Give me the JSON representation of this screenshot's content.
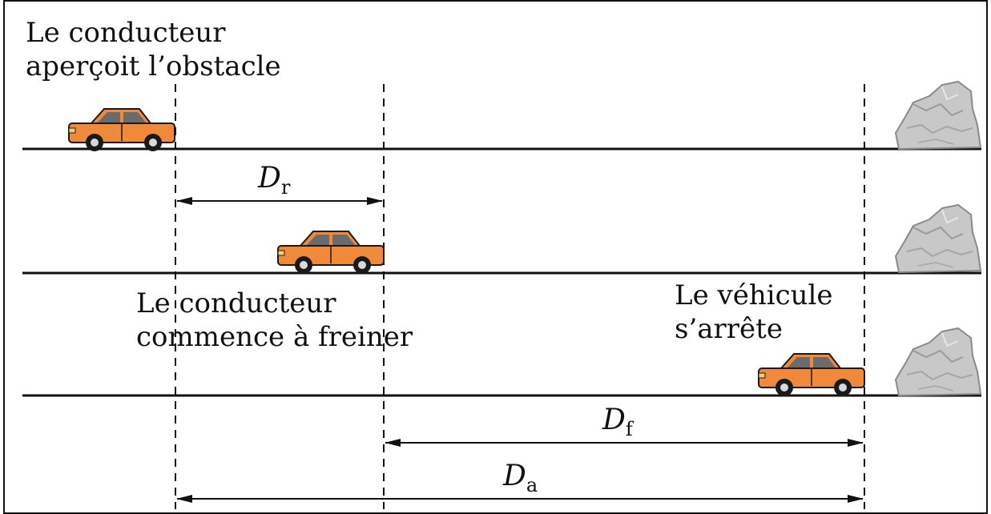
{
  "labels": {
    "top_line1": "Le conducteur",
    "top_line2": "aperçoit l’obstacle",
    "mid_line1": "Le conducteur",
    "mid_line2": "commence à freiner",
    "right_line1": "Le véhicule",
    "right_line2": "s’arrête"
  },
  "distances": {
    "reaction": {
      "symbol": "D",
      "subscript": "r"
    },
    "braking": {
      "symbol": "D",
      "subscript": "f"
    },
    "stopping": {
      "symbol": "D",
      "subscript": "a"
    }
  },
  "colors": {
    "car_body": "#f08a3a",
    "car_outline": "#1a1a1a",
    "rock": "#c8c8c8",
    "line": "#111111"
  }
}
